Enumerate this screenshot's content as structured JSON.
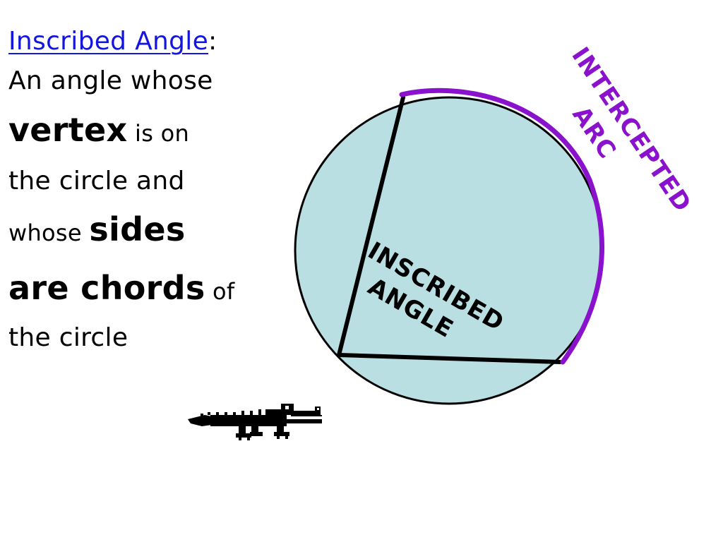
{
  "definition": {
    "term": "Inscribed Angle",
    "colon": ":",
    "line1": "An angle whose",
    "word_vertex": "vertex",
    "text_is_on": " is on",
    "line3": "the circle and",
    "word_whose": "whose ",
    "word_sides": "sides",
    "words_are_chords": "are chords",
    "text_of": " of",
    "line6": "the circle"
  },
  "diagram": {
    "inscribed_label_line1": "INSCRIBED",
    "inscribed_label_line2": "ANGLE",
    "arc_label_line1": "INTERCEPTED",
    "arc_label_line2": "ARC",
    "colors": {
      "circle_fill": "#b9dfe3",
      "arc": "#8a12cc",
      "arc_label": "#8a12cc",
      "chord": "#000000"
    }
  },
  "decoration": {
    "icon": "alligator-icon"
  }
}
